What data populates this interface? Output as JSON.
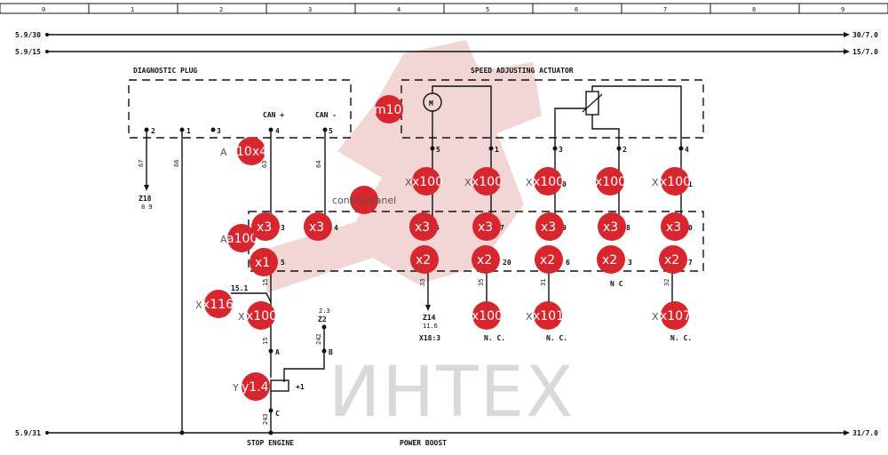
{
  "grid": {
    "columns": [
      "0",
      "1",
      "2",
      "3",
      "4",
      "5",
      "6",
      "7",
      "8",
      "9"
    ]
  },
  "rails": {
    "top1_left": "5.9/30",
    "top1_right": "30/7.0",
    "top2_left": "5.9/15",
    "top2_right": "15/7.0",
    "bottom_left": "5.9/31",
    "bottom_right": "31/7.0"
  },
  "titles": {
    "diagnostic_plug": "DIAGNOSTIC PLUG",
    "speed_actuator": "SPEED ADJUSTING ACTUATOR",
    "can_plus": "CAN +",
    "can_minus": "CAN -",
    "stop_engine": "STOP ENGINE",
    "power_boost": "POWER BOOST",
    "motor": "M",
    "solenoid_mark": "+1"
  },
  "pins": {
    "p2": "2",
    "p1": "1",
    "p3": "3",
    "p4": "4",
    "p5": "5",
    "a_p5": "5",
    "a_p1": "1",
    "a_p3": "3",
    "a_p2": "2",
    "a_p4": "4",
    "x3_3": "3",
    "x3_4": "4",
    "x3_6": "6",
    "x3_7": "7",
    "x3_9": "9",
    "x3_8": "8",
    "x3_0": "0",
    "x1_5": "5",
    "x2_20": "20",
    "x2_6": "6",
    "x2_3": "3",
    "x2_7": "7",
    "r_10": "0",
    "r_1": "1",
    "a": "A",
    "b": "B",
    "c": "C"
  },
  "wires": {
    "w67": "67",
    "w66": "66",
    "w63": "63",
    "w64": "64",
    "w15a": "15",
    "w15b": "15",
    "w242": "242",
    "w243": "243",
    "w33": "33",
    "w35": "35",
    "w31": "31",
    "w32": "32",
    "w15_1": "15.1"
  },
  "refs": {
    "z18": "Z18",
    "z18_sub": "8 9",
    "z14": "Z14",
    "z14_sub": "11.6",
    "x18": "X18:3",
    "z2": "Z2",
    "z2_sub": "2.3",
    "nc1": "N. C.",
    "nc2": "N. C.",
    "nc3": "N. C.",
    "nc4": "N C"
  },
  "badges": {
    "m10": "m10",
    "x4": "10x4",
    "a100": "a100",
    "control_panel": "control panel",
    "x3": "x3",
    "x1": "x1",
    "x2": "x2",
    "x100": "x100",
    "x101": "x101",
    "x107": "x107",
    "x116": "x116",
    "y14": "y1.4",
    "prefix_a": "A",
    "prefix_x": "X",
    "prefix_y": "Y"
  },
  "watermark": {
    "text": "ИНТЕХ"
  },
  "colors": {
    "badge": "#d8262f",
    "ink": "#111111",
    "watermark": "#e8b5b5"
  }
}
